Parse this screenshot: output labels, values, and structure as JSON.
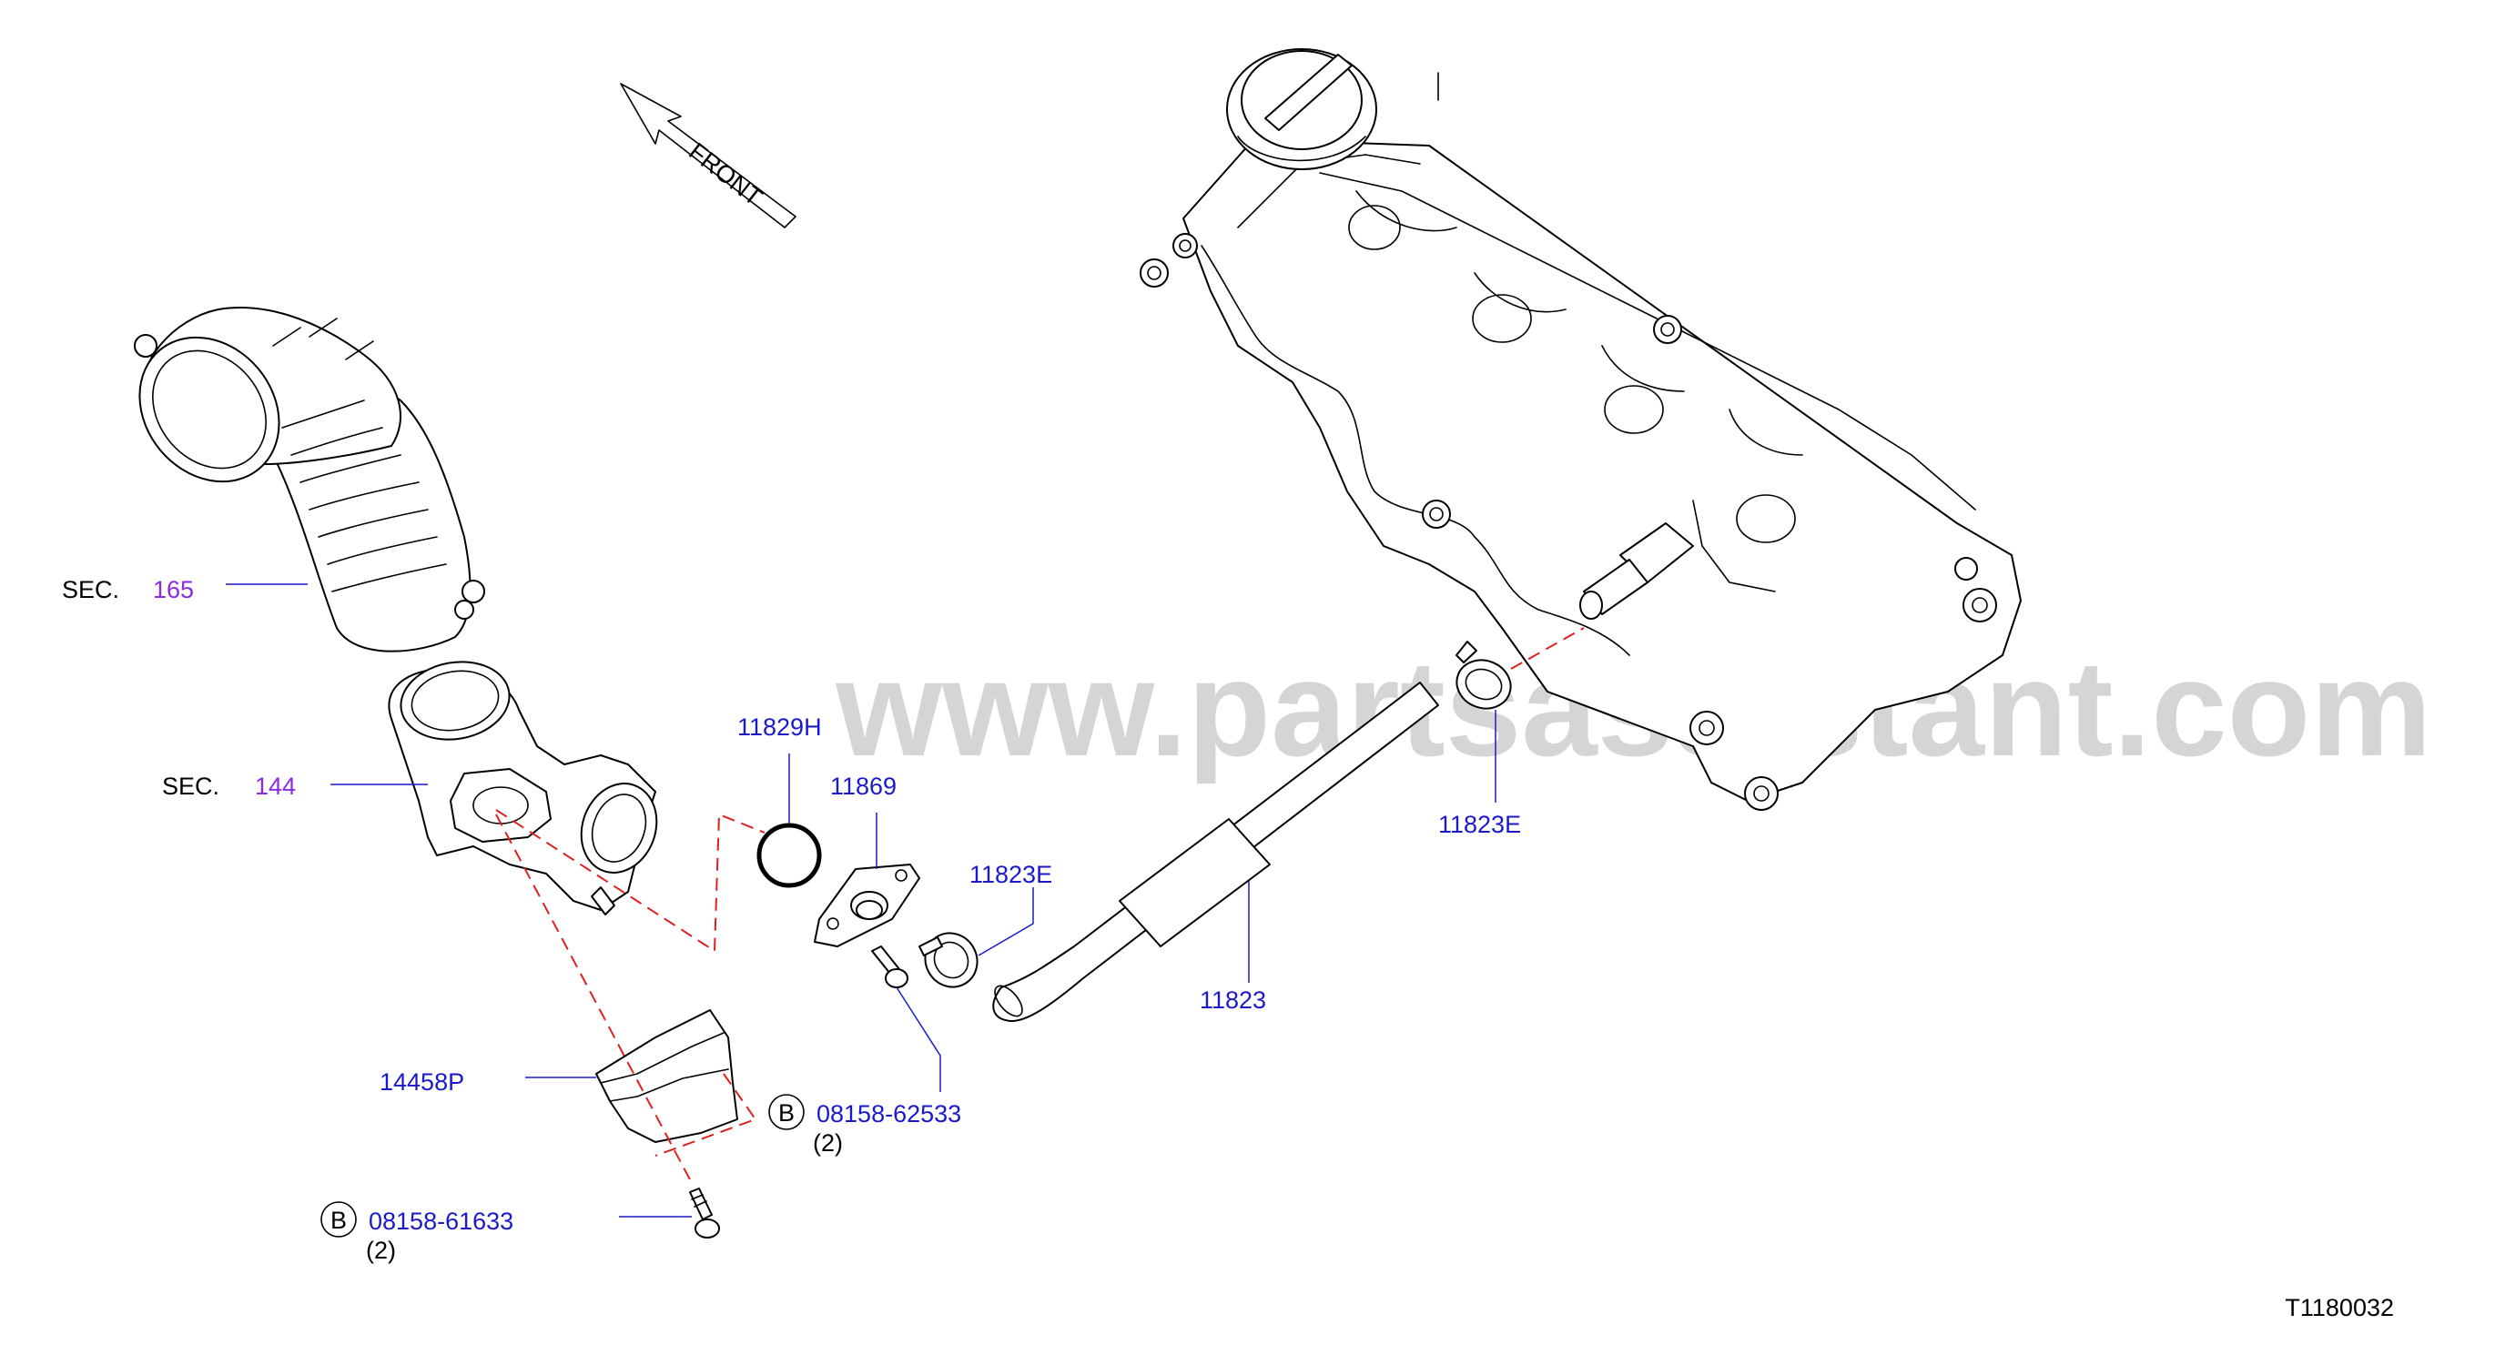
{
  "diagram": {
    "front_label": "FRONT",
    "watermark": "www.partsassistant.com",
    "diagram_code": "T1180032",
    "sec_label": "SEC.",
    "sections": [
      {
        "prefix": "SEC.",
        "number": "165"
      },
      {
        "prefix": "SEC.",
        "number": "144"
      }
    ],
    "parts": {
      "p11829H": "11829H",
      "p11869": "11869",
      "p11823E_a": "11823E",
      "p11823E_b": "11823E",
      "p11823": "11823",
      "p14458P": "14458P",
      "bolt_a": {
        "circle": "B",
        "number": "08158-62533",
        "qty": "(2)"
      },
      "bolt_b": {
        "circle": "B",
        "number": "08158-61633",
        "qty": "(2)"
      }
    },
    "colors": {
      "part_number": "#1a1acc",
      "section_number": "#8a2be2",
      "leader": "#1a1acc",
      "phantom_line": "#e02020",
      "watermark": "#b3b3b3"
    }
  }
}
